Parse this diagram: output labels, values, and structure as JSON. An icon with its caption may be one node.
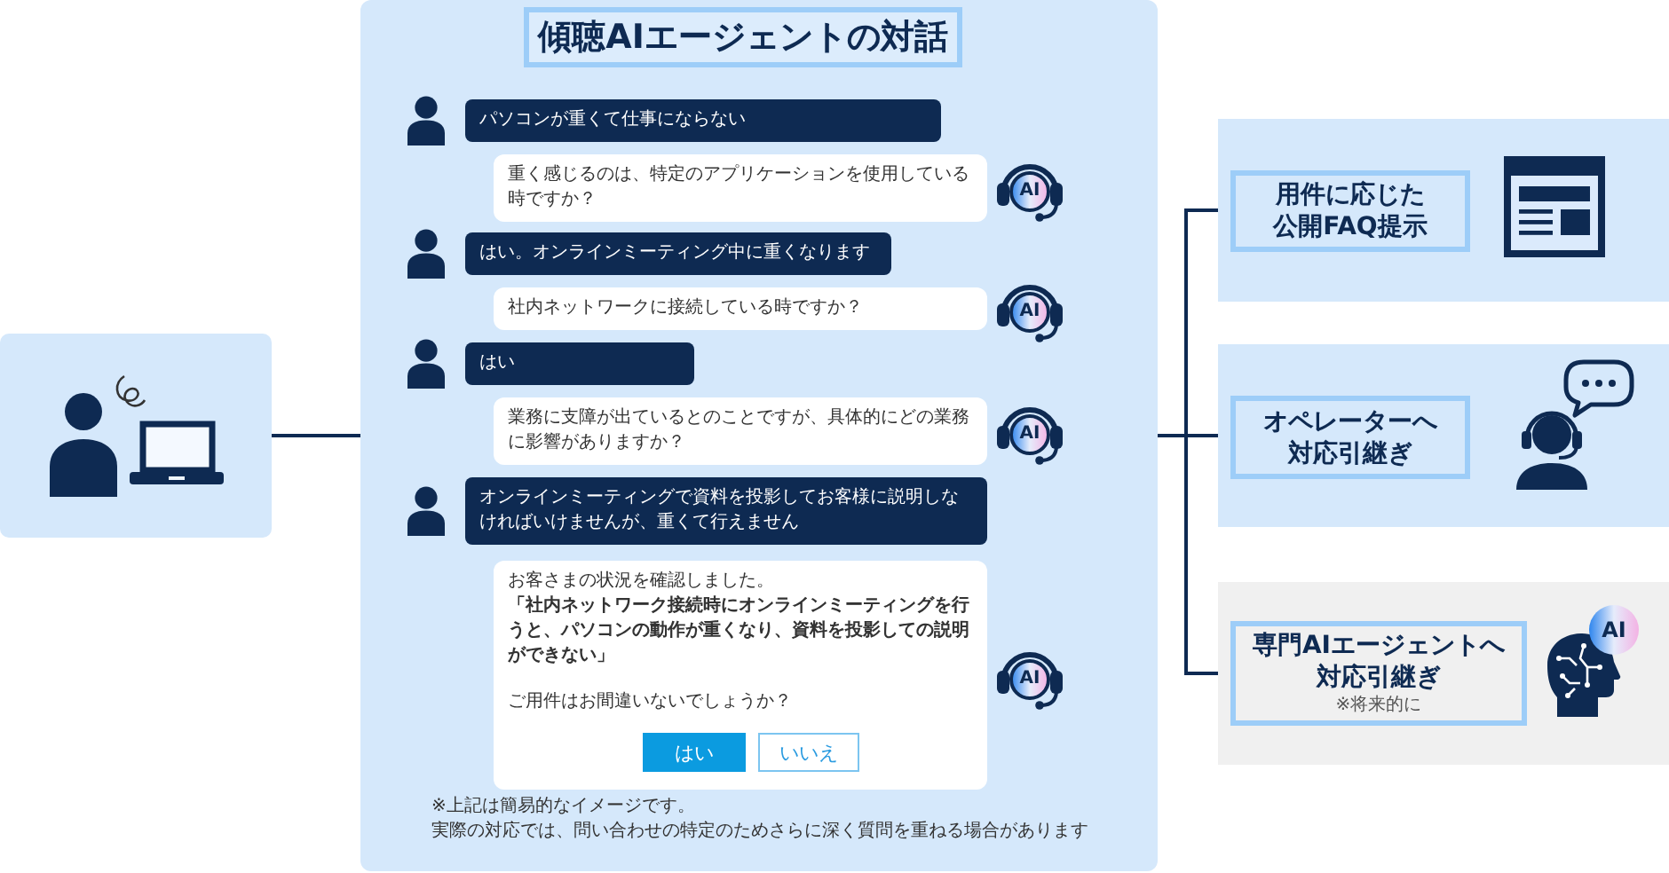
{
  "diagram": {
    "nodes": [
      {
        "text": [],
        "shape": "box"
      },
      {
        "text": [
          "傾聴AIエージェントの対話",
          "※上記は簡易的なイメージです。",
          "実際の対応では、問い合わせの特定のためさらに深く質問を重ねる場合があります"
        ]
      },
      {
        "text": [
          "パソコンが重くて仕事にならない"
        ],
        "in": 1
      },
      {
        "text": [
          "重く感じるのは、特定のアプリケーションを使用している時ですか？"
        ],
        "in": 1
      },
      {
        "text": [
          "はい。オンラインミーティング中に重くなります"
        ],
        "in": 1
      },
      {
        "text": [
          "社内ネットワークに接続している時ですか？"
        ],
        "in": 1
      },
      {
        "text": [
          "はい"
        ],
        "in": 1
      },
      {
        "text": [
          "業務に支障が出ているとのことですが、具体的にどの業務に影響がありますか？"
        ],
        "in": 1
      },
      {
        "text": [
          "オンラインミーティングで資料を投影してお客様に説明しなければいけませんが、重くて行えません"
        ],
        "in": 1
      },
      {
        "text": [
          "お客さまの状況を確認しました。",
          "「社内ネットワーク接続時にオンラインミーティングを行うと、パソコンの動作が重くなり、資料を投影しての説明ができない」",
          "ご用件はお間違いないでしょうか？"
        ],
        "in": 1
      },
      {
        "text": [
          "はい"
        ],
        "in": 9
      },
      {
        "text": [
          "いいえ"
        ],
        "in": 9
      },
      {
        "text": [
          "用件に応じた公開FAQ提示"
        ]
      },
      {
        "text": [
          "オペレーターへ対応引継ぎ"
        ]
      },
      {
        "text": [
          "専門AIエージェントへ対応引継ぎ",
          "※将来的に"
        ]
      }
    ],
    "edges": [
      {
        "from": 0,
        "to": 1,
        "arrow": "none"
      },
      {
        "from": 1,
        "to": 12,
        "arrow": "none"
      },
      {
        "from": 1,
        "to": 13,
        "arrow": "none"
      },
      {
        "from": 1,
        "to": 14,
        "arrow": "none"
      }
    ],
    "labels": [
      "AI",
      "AI",
      "AI",
      "AI",
      "AI"
    ]
  }
}
